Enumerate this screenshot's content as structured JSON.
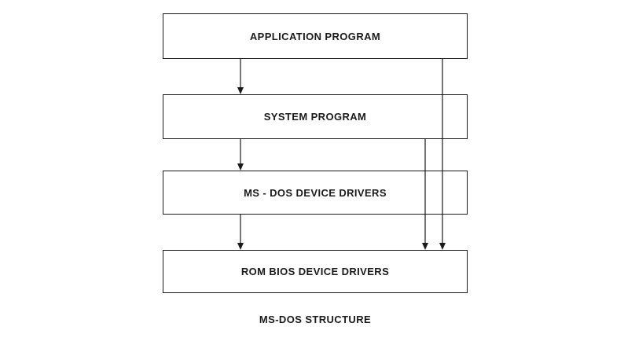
{
  "diagram": {
    "caption": "MS-DOS STRUCTURE",
    "nodes": [
      {
        "id": "application",
        "label": "APPLICATION PROGRAM"
      },
      {
        "id": "system",
        "label": "SYSTEM PROGRAM"
      },
      {
        "id": "msdos",
        "label": "MS - DOS DEVICE DRIVERS"
      },
      {
        "id": "rombios",
        "label": "ROM BIOS DEVICE DRIVERS"
      }
    ],
    "edges": [
      {
        "from": "application",
        "to": "system"
      },
      {
        "from": "system",
        "to": "msdos"
      },
      {
        "from": "msdos",
        "to": "rombios"
      },
      {
        "from": "application",
        "to": "rombios"
      },
      {
        "from": "system",
        "to": "rombios"
      }
    ],
    "colors": {
      "border": "#1a1a1a",
      "text": "#1a1a1a",
      "background": "#ffffff"
    }
  }
}
